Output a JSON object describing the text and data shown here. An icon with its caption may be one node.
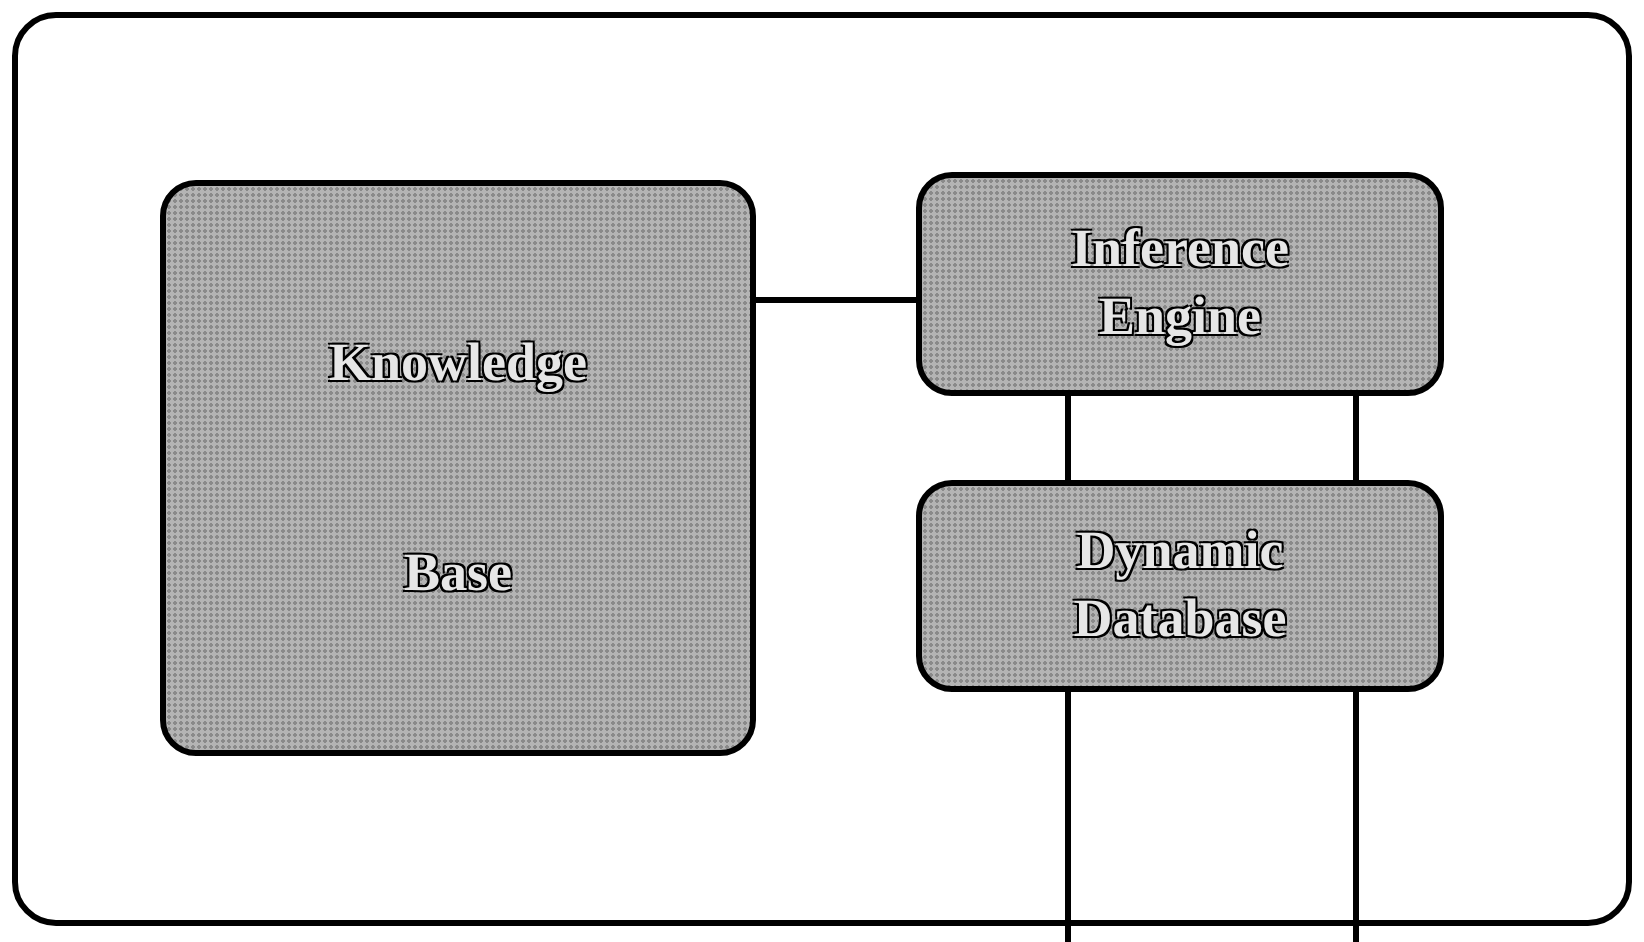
{
  "diagram": {
    "nodes": [
      {
        "text": [],
        "shape": "box"
      },
      {
        "text": [
          "Knowledge",
          "Base"
        ],
        "in": 0
      },
      {
        "text": [
          "Inference Engine"
        ],
        "in": 0
      },
      {
        "text": [
          "Dynamic Database"
        ],
        "in": 0
      }
    ],
    "edges": [
      {
        "from": 1,
        "to": 2,
        "arrow": "none"
      },
      {
        "from": 2,
        "to": 3,
        "arrow": "none"
      },
      {
        "from": 2,
        "to": 3,
        "arrow": "none"
      },
      {
        "from": 3,
        "to": null,
        "arrow": "none"
      },
      {
        "from": 3,
        "to": null,
        "arrow": "none"
      }
    ]
  }
}
